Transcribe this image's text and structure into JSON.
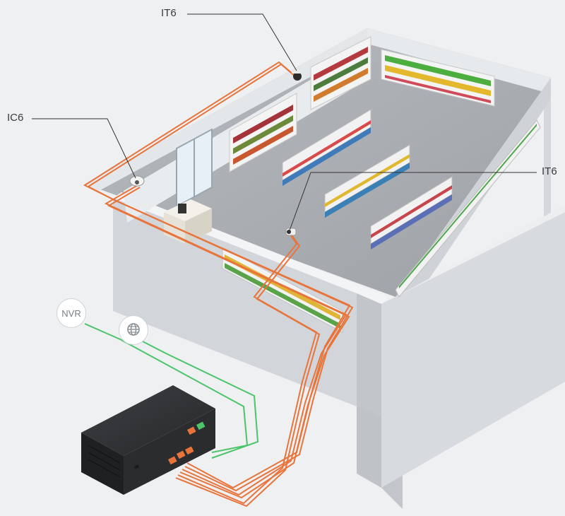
{
  "labels": {
    "camera_top": "IT6",
    "camera_left": "IC6",
    "camera_right": "IT6"
  },
  "badges": {
    "nvr": "NVR",
    "internet_icon": "globe-icon"
  },
  "colors": {
    "background": "#eef0f2",
    "poe_cable": "#e8743b",
    "network_cable": "#4cc46a",
    "wall": "#d9dde1",
    "floor": "#a9adb1",
    "switch_body": "#2b2d2f"
  }
}
